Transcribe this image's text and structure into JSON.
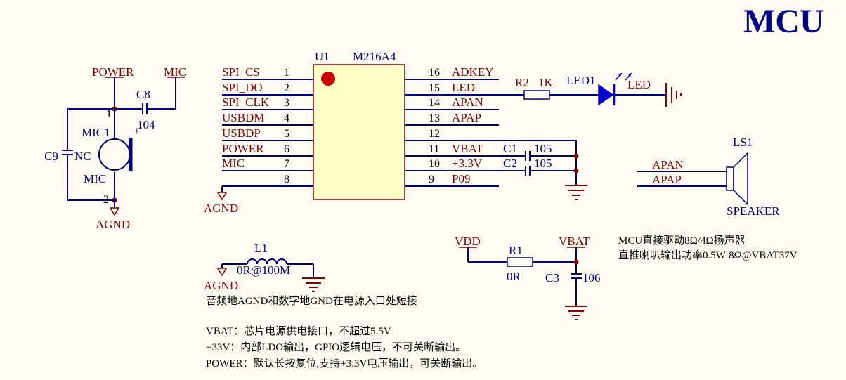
{
  "title": "MCU",
  "u1": {
    "ref": "U1",
    "part": "M216A4",
    "left_pins": [
      {
        "num": "1",
        "net": "SPI_CS"
      },
      {
        "num": "2",
        "net": "SPI_DO"
      },
      {
        "num": "3",
        "net": "SPI_CLK"
      },
      {
        "num": "4",
        "net": "USBDM"
      },
      {
        "num": "5",
        "net": "USBDP"
      },
      {
        "num": "6",
        "net": "POWER"
      },
      {
        "num": "7",
        "net": "MIC"
      },
      {
        "num": "8",
        "net": ""
      }
    ],
    "right_pins": [
      {
        "num": "16",
        "net": "ADKEY"
      },
      {
        "num": "15",
        "net": "LED"
      },
      {
        "num": "14",
        "net": "APAN"
      },
      {
        "num": "13",
        "net": "APAP"
      },
      {
        "num": "12",
        "net": ""
      },
      {
        "num": "11",
        "net": "VBAT"
      },
      {
        "num": "10",
        "net": "+3.3V"
      },
      {
        "num": "9",
        "net": "P09"
      }
    ]
  },
  "agnd_label": "AGND",
  "mic_section": {
    "power": "POWER",
    "mic_net": "MIC",
    "c8_ref": "C8",
    "c8_val": "104",
    "mic1_ref": "MIC1",
    "mic1_val": "MIC",
    "c9_ref": "C9",
    "c9_val": "NC",
    "pin1": "1",
    "pin2": "2",
    "plus": "+",
    "agnd": "AGND"
  },
  "led_section": {
    "r2_ref": "R2",
    "r2_val": "1K",
    "led_ref": "LED1",
    "led_val": "LED"
  },
  "caps": {
    "c1_ref": "C1",
    "c1_val": "105",
    "c2_ref": "C2",
    "c2_val": "105"
  },
  "speaker": {
    "ref": "LS1",
    "apan": "APAN",
    "apap": "APAP",
    "val": "SPEAKER",
    "note1": "MCU直接驱动8Ω/4Ω扬声器",
    "note2": "直推喇叭输出功率0.5W-8Ω@VBAT37V"
  },
  "inductor": {
    "ref": "L1",
    "val": "0R@100M",
    "agnd": "AGND",
    "note": "音频地AGND和数字地GND在电源入口处短接"
  },
  "vbat_section": {
    "vdd": "VDD",
    "vbat": "VBAT",
    "r1_ref": "R1",
    "r1_val": "0R",
    "c3_ref": "C3",
    "c3_val": "106"
  },
  "notes": [
    "VBAT：芯片电源供电接口，不超过5.5V",
    "+33V：内部LDO输出，GPIO逻辑电压，不可关断输出。",
    "POWER：默认长按复位,支持+3.3V电压输出，可关断输出。"
  ]
}
